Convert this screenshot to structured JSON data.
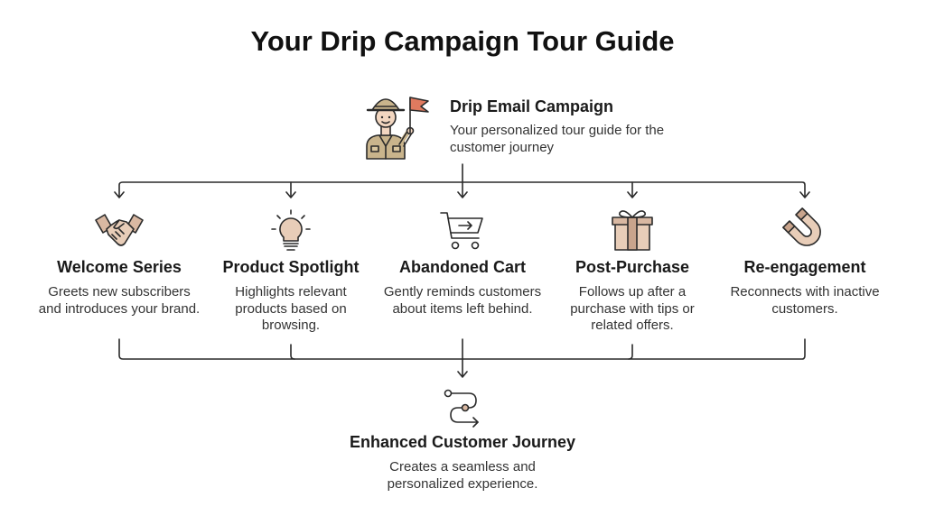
{
  "title": "Your Drip Campaign Tour Guide",
  "guide": {
    "title": "Drip Email Campaign",
    "description": "Your personalized tour guide for the customer journey",
    "icon": "tour-guide-icon"
  },
  "steps": [
    {
      "name": "Welcome Series",
      "description": "Greets new subscribers and introduces your brand.",
      "icon": "handshake-icon"
    },
    {
      "name": "Product Spotlight",
      "description": "Highlights relevant products based on browsing.",
      "icon": "lightbulb-icon"
    },
    {
      "name": "Abandoned Cart",
      "description": "Gently reminds customers about items left behind.",
      "icon": "shopping-cart-icon"
    },
    {
      "name": "Post-Purchase",
      "description": "Follows up after a purchase with tips or related offers.",
      "icon": "gift-icon"
    },
    {
      "name": "Re-engagement",
      "description": "Reconnects with inactive customers.",
      "icon": "magnet-icon"
    }
  ],
  "outcome": {
    "title": "Enhanced Customer Journey",
    "description": "Creates a seamless and personalized experience.",
    "icon": "path-route-icon"
  },
  "colors": {
    "accent_tan": "#d9b8a2",
    "accent_tan_light": "#e8cdb8",
    "khaki": "#c9b48c",
    "outline": "#2a2a2a",
    "flag": "#e07a5f"
  }
}
